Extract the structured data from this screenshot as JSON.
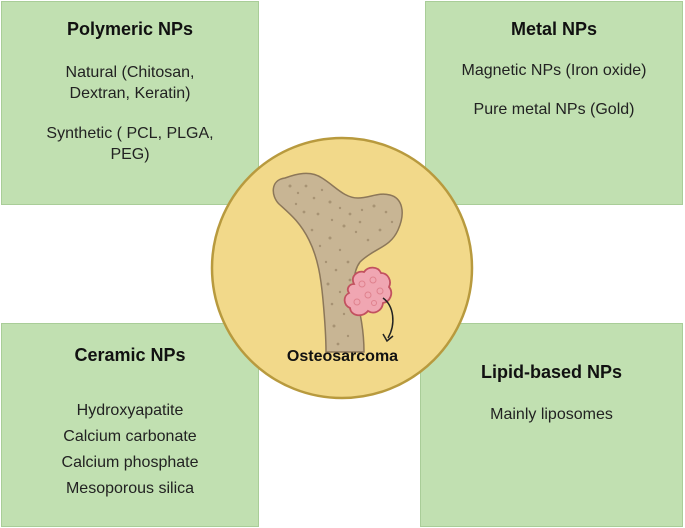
{
  "polymeric": {
    "title": "Polymeric NPs",
    "item1_line1": "Natural (Chitosan,",
    "item1_line2": "Dextran,  Keratin)",
    "item2_line1": "Synthetic ( PCL, PLGA,",
    "item2_line2": "PEG)"
  },
  "metal": {
    "title": "Metal NPs",
    "item1": "Magnetic NPs (Iron oxide)",
    "item2": "Pure metal NPs (Gold)"
  },
  "ceramic": {
    "title": "Ceramic NPs",
    "items": [
      "Hydroxyapatite",
      "Calcium carbonate",
      "Calcium phosphate",
      "Mesoporous silica"
    ]
  },
  "lipid": {
    "title": "Lipid-based NPs",
    "item1": "Mainly liposomes"
  },
  "center": {
    "label": "Osteosarcoma"
  },
  "colors": {
    "box_fill": "#c1e0b1",
    "circle_fill": "#f2d98a",
    "bone_fill": "#c8b594",
    "tumor_fill": "#f0a6b2"
  }
}
